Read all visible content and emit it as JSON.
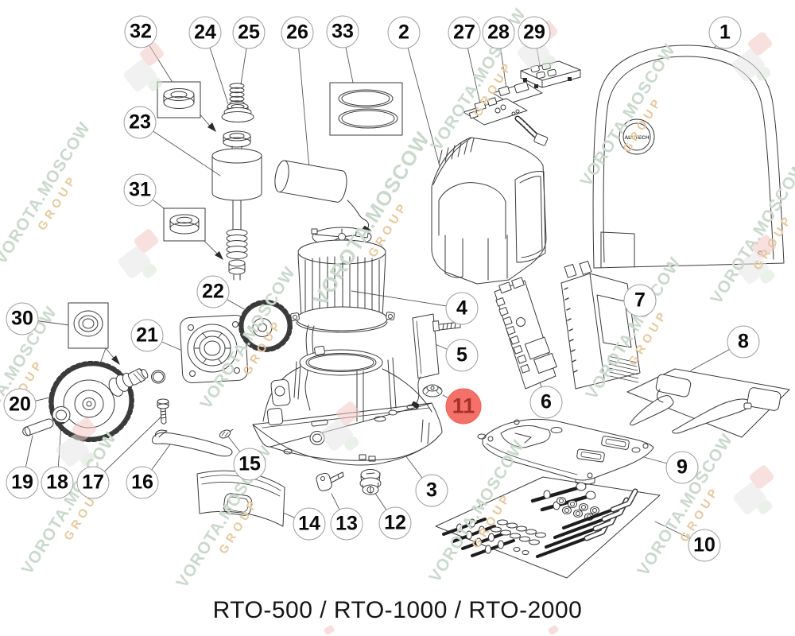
{
  "title": "RTO-500 / RTO-1000 / RTO-2000",
  "brand": {
    "cover_badge": "ALUTECH"
  },
  "watermark": {
    "name": "VOROTA.MOSCOW",
    "group": "GROUP"
  },
  "colors": {
    "highlight_fill": "#f4716a",
    "highlight_border": "#ef5e55",
    "highlight_text": "#a63028",
    "callout_border": "#9c9c9c",
    "line_art": "#3a3a3a",
    "leader_line": "#555555",
    "wm_green": "#cbd9cd",
    "wm_orange": "#e6c9a1"
  },
  "callouts": [
    {
      "n": "1",
      "selected": false
    },
    {
      "n": "2",
      "selected": false
    },
    {
      "n": "3",
      "selected": false
    },
    {
      "n": "4",
      "selected": false
    },
    {
      "n": "5",
      "selected": false
    },
    {
      "n": "6",
      "selected": false
    },
    {
      "n": "7",
      "selected": false
    },
    {
      "n": "8",
      "selected": false
    },
    {
      "n": "9",
      "selected": false
    },
    {
      "n": "10",
      "selected": false
    },
    {
      "n": "11",
      "selected": true
    },
    {
      "n": "12",
      "selected": false
    },
    {
      "n": "13",
      "selected": false
    },
    {
      "n": "14",
      "selected": false
    },
    {
      "n": "15",
      "selected": false
    },
    {
      "n": "16",
      "selected": false
    },
    {
      "n": "17",
      "selected": false
    },
    {
      "n": "18",
      "selected": false
    },
    {
      "n": "19",
      "selected": false
    },
    {
      "n": "20",
      "selected": false
    },
    {
      "n": "21",
      "selected": false
    },
    {
      "n": "22",
      "selected": false
    },
    {
      "n": "23",
      "selected": false
    },
    {
      "n": "24",
      "selected": false
    },
    {
      "n": "25",
      "selected": false
    },
    {
      "n": "26",
      "selected": false
    },
    {
      "n": "27",
      "selected": false
    },
    {
      "n": "28",
      "selected": false
    },
    {
      "n": "29",
      "selected": false
    },
    {
      "n": "30",
      "selected": false
    },
    {
      "n": "31",
      "selected": false
    },
    {
      "n": "32",
      "selected": false
    },
    {
      "n": "33",
      "selected": false
    }
  ]
}
